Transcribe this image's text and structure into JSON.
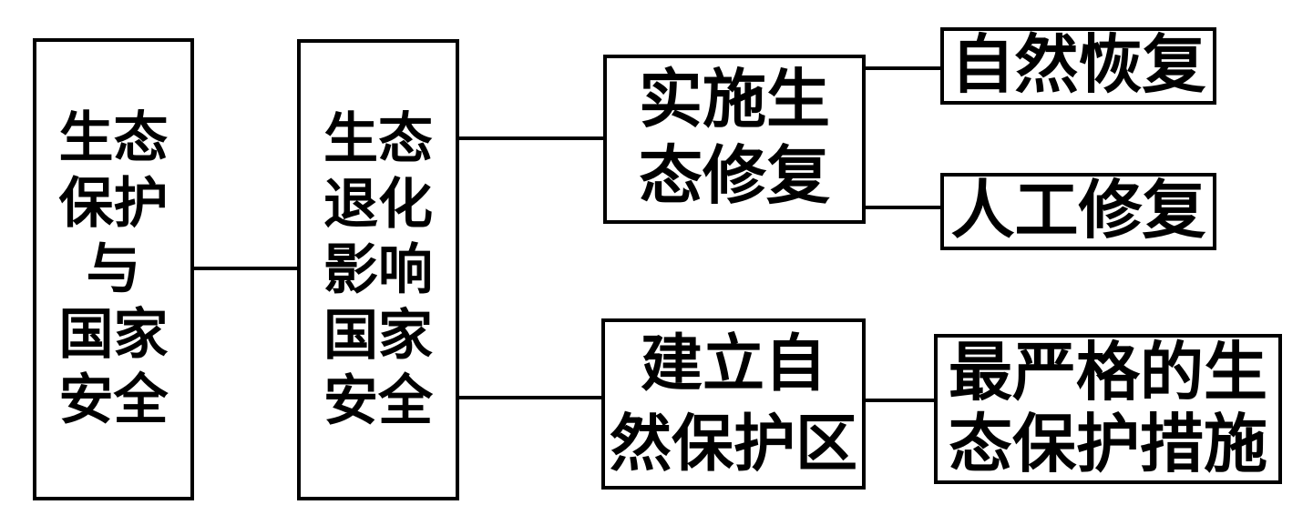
{
  "colors": {
    "stroke": "#000000",
    "text": "#000000",
    "background": "#ffffff"
  },
  "diagram": {
    "type": "flowchart",
    "direction": "left-to-right",
    "nodes": [
      {
        "id": "eco-protection-national-security",
        "text": "生态保护与国家安全",
        "lines": [
          "生态",
          "保护",
          "与",
          "国家",
          "安全"
        ]
      },
      {
        "id": "eco-degradation-affects-national-security",
        "text": "生态退化影响国家安全",
        "lines": [
          "生态",
          "退化",
          "影响",
          "国家",
          "安全"
        ]
      },
      {
        "id": "implement-eco-restoration",
        "text": "实施生态修复",
        "lines": [
          "实施生",
          "态修复"
        ]
      },
      {
        "id": "natural-recovery",
        "text": "自然恢复",
        "lines": [
          "自然恢复"
        ]
      },
      {
        "id": "artificial-restoration",
        "text": "人工修复",
        "lines": [
          "人工修复"
        ]
      },
      {
        "id": "establish-nature-reserve",
        "text": "建立自然保护区",
        "lines": [
          "建立自",
          "然保护区"
        ]
      },
      {
        "id": "strictest-eco-protection-measures",
        "text": "最严格的生态保护措施",
        "lines": [
          "最严格的生",
          "态保护措施"
        ]
      }
    ],
    "edges": [
      {
        "from": "eco-protection-national-security",
        "to": "eco-degradation-affects-national-security"
      },
      {
        "from": "eco-degradation-affects-national-security",
        "to": "implement-eco-restoration"
      },
      {
        "from": "eco-degradation-affects-national-security",
        "to": "establish-nature-reserve"
      },
      {
        "from": "implement-eco-restoration",
        "to": "natural-recovery"
      },
      {
        "from": "implement-eco-restoration",
        "to": "artificial-restoration"
      },
      {
        "from": "establish-nature-reserve",
        "to": "strictest-eco-protection-measures"
      }
    ]
  }
}
